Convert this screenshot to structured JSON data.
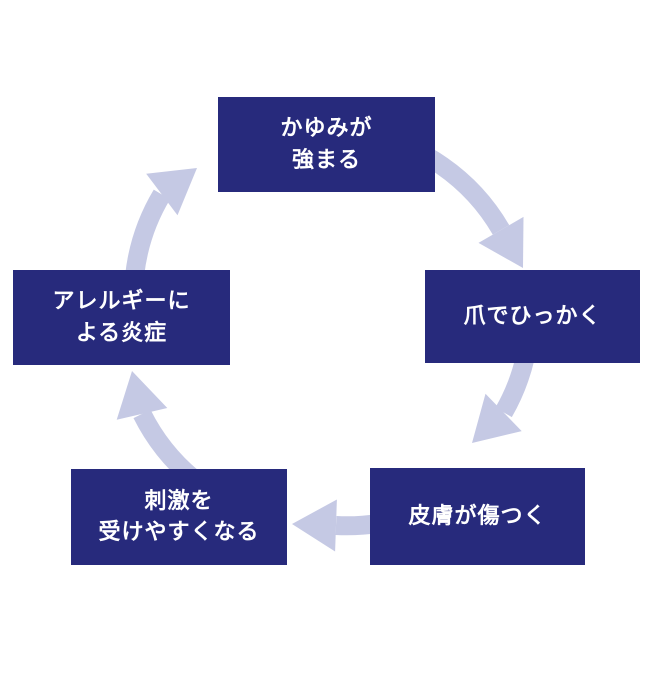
{
  "diagram": {
    "type": "cycle",
    "description": "Itch-scratch allergy cycle, 5 stages flowing clockwise",
    "nodes": [
      {
        "id": "itch-intensifies",
        "label": "かゆみが\n強まる"
      },
      {
        "id": "scratch-with-nails",
        "label": "爪でひっかく"
      },
      {
        "id": "skin-gets-damaged",
        "label": "皮膚が傷つく"
      },
      {
        "id": "sensitive-to-irritation",
        "label": "刺激を\n受けやすくなる"
      },
      {
        "id": "allergic-inflammation",
        "label": "アレルギーに\nよる炎症"
      }
    ],
    "edges": [
      {
        "from": "itch-intensifies",
        "to": "scratch-with-nails"
      },
      {
        "from": "scratch-with-nails",
        "to": "skin-gets-damaged"
      },
      {
        "from": "skin-gets-damaged",
        "to": "sensitive-to-irritation"
      },
      {
        "from": "sensitive-to-irritation",
        "to": "allergic-inflammation"
      },
      {
        "from": "allergic-inflammation",
        "to": "itch-intensifies"
      }
    ]
  },
  "colors": {
    "node-bg": "#272a7c",
    "node-text": "#ffffff",
    "arrow": "#c5c9e4",
    "page-bg": "#ffffff"
  }
}
